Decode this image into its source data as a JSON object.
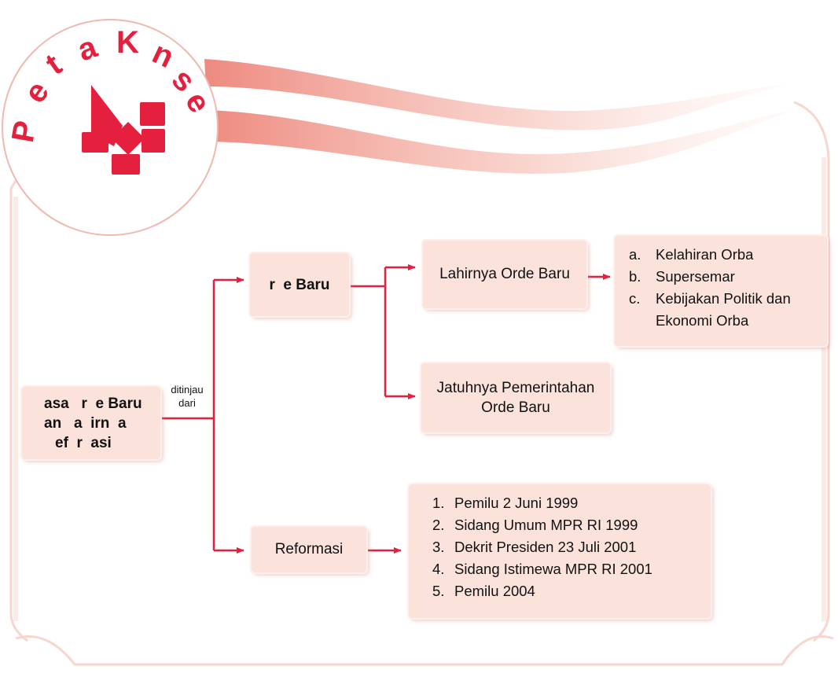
{
  "badge": {
    "letters": [
      "P",
      "e",
      "t",
      "a",
      "K",
      "n",
      "s",
      "e"
    ]
  },
  "root": {
    "lines": [
      "asa   r  e Baru",
      "an   a  irn  a",
      "ef  r  asi"
    ]
  },
  "edge_label": {
    "lines": [
      "ditinjau",
      "dari"
    ]
  },
  "orde_baru": {
    "label": "r  e Baru"
  },
  "lahirnya": {
    "label": "Lahirnya Orde Baru"
  },
  "jatuhnya": {
    "lines": [
      "Jatuhnya Pemerintahan",
      "Orde Baru"
    ]
  },
  "reformasi": {
    "label": "Reformasi"
  },
  "list_a": {
    "items": [
      {
        "marker": "a.",
        "lines": [
          "Kelahiran Orba"
        ]
      },
      {
        "marker": "b.",
        "lines": [
          "Supersemar"
        ]
      },
      {
        "marker": "c.",
        "lines": [
          "Kebijakan Politik dan",
          "Ekonomi Orba"
        ]
      }
    ]
  },
  "list_b": {
    "items": [
      {
        "marker": "1.",
        "text": "Pemilu 2 Juni 1999"
      },
      {
        "marker": "2.",
        "text": "Sidang Umum MPR RI 1999"
      },
      {
        "marker": "3.",
        "text": "Dekrit Presiden 23 Juli 2001"
      },
      {
        "marker": "4.",
        "text": "Sidang Istimewa MPR RI 2001"
      },
      {
        "marker": "5.",
        "text": "Pemilu 2004"
      }
    ]
  },
  "colors": {
    "accent": "#e5203f",
    "box_fill": "#fbe3dc",
    "frame": "#f3c9c0"
  }
}
